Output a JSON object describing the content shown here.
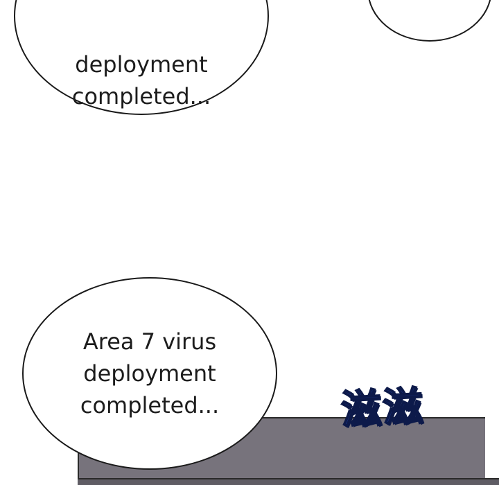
{
  "bubbles": {
    "top_left": {
      "lines": [
        "deployment",
        "completed..."
      ]
    },
    "bottom": {
      "lines": [
        "Area 7 virus",
        "deployment",
        "completed..."
      ]
    }
  },
  "sfx": {
    "text": "滋滋",
    "color": "#1d3a9a"
  }
}
